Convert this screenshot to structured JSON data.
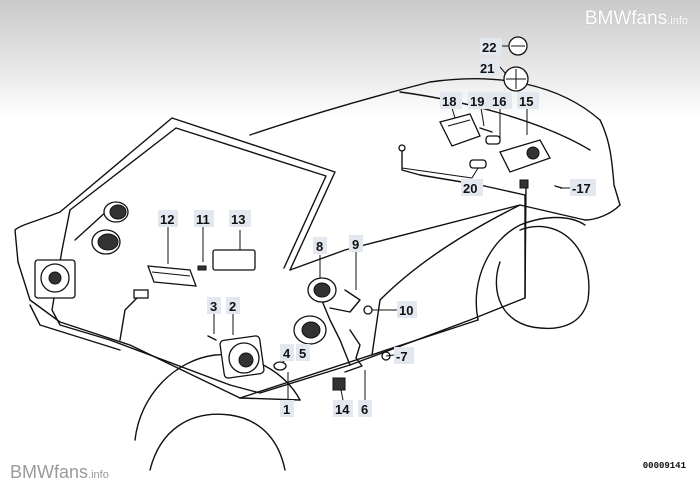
{
  "watermark_top": {
    "brand": "BMWfans",
    "suffix": ".info"
  },
  "watermark_bottom": {
    "brand": "BMWfans",
    "suffix": ".info"
  },
  "diagram_id": "00009141",
  "callouts": {
    "c1": "1",
    "c2": "2",
    "c3": "3",
    "c4": "4",
    "c5": "5",
    "c6": "6",
    "c7": "-7",
    "c8": "8",
    "c9": "9",
    "c10": "10",
    "c11": "11",
    "c12": "12",
    "c13": "13",
    "c14": "14",
    "c15": "15",
    "c16": "16",
    "c17": "-17",
    "c18": "18",
    "c19": "19",
    "c20": "20",
    "c21": "21",
    "c22": "22"
  },
  "colors": {
    "callout_bg": "#e3e8f0",
    "line": "#111111",
    "header_gradient_top": "#cfcfcf"
  }
}
